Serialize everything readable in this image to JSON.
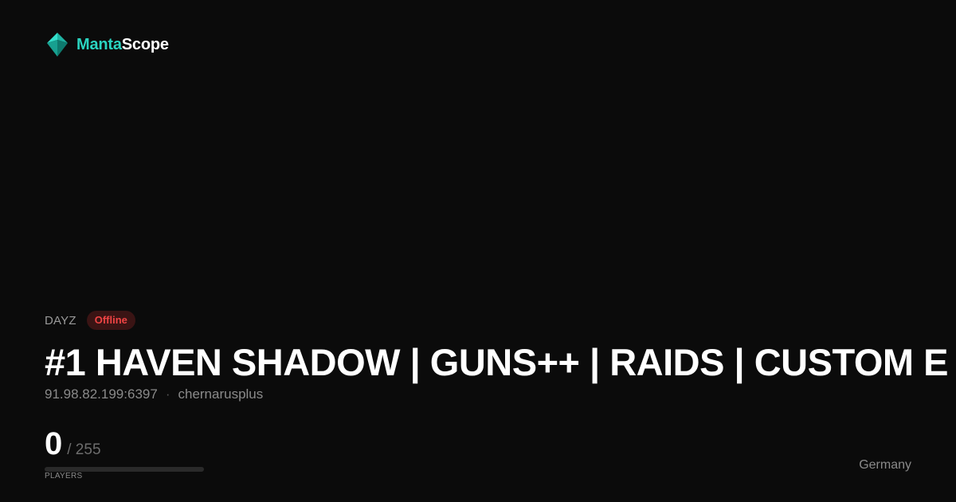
{
  "brand": {
    "name_part1": "Manta",
    "name_part2": "Scope",
    "icon": "manta-diamond-icon",
    "accent_color": "#2ad4c0"
  },
  "server": {
    "game": "DAYZ",
    "status": "Offline",
    "status_color": "#ef4444",
    "title": "#1 HAVEN SHADOW | GUNS++ | RAIDS | CUSTOM E",
    "address": "91.98.82.199:6397",
    "separator": "·",
    "map": "chernarusplus",
    "country": "Germany"
  },
  "players": {
    "current": "0",
    "max_text": "/ 255",
    "max": 255,
    "label": "PLAYERS",
    "fill_fraction": 0
  }
}
